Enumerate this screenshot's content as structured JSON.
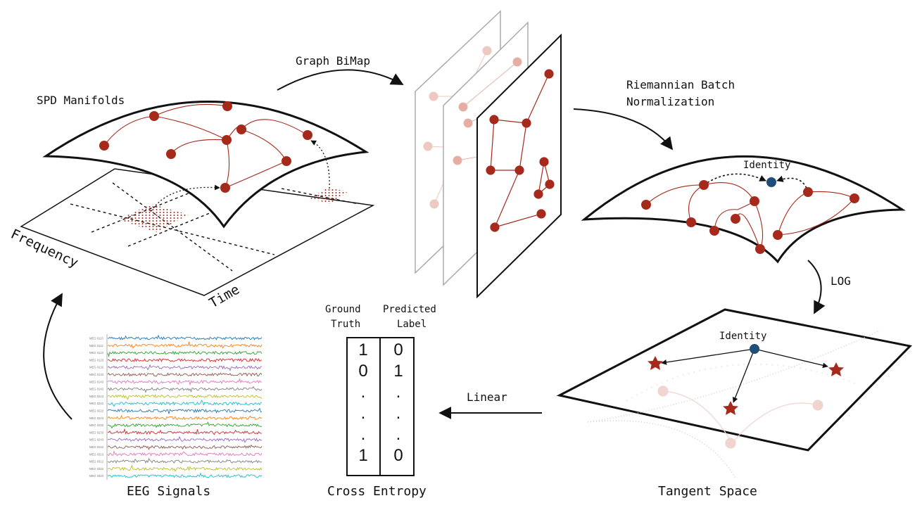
{
  "labels": {
    "graph_bimap": "Graph BiMap",
    "spd_manifolds": "SPD Manifolds",
    "rbn_line1": "Riemannian Batch",
    "rbn_line2": "Normalization",
    "identity_top": "Identity",
    "identity_tangent": "Identity",
    "log": "LOG",
    "linear": "Linear",
    "frequency": "Frequency",
    "time": "Time",
    "eeg_signals": "EEG Signals",
    "cross_entropy": "Cross Entropy",
    "tangent_space": "Tangent Space",
    "ground_truth_line1": "Ground",
    "ground_truth_line2": "Truth",
    "predicted_label_line1": "Predicted",
    "predicted_label_line2": "Label"
  },
  "table": {
    "ground_truth": [
      "1",
      "0",
      ".",
      ".",
      ".",
      "1"
    ],
    "predicted": [
      "0",
      "1",
      ".",
      ".",
      ".",
      "0"
    ]
  },
  "eeg": {
    "channels": [
      "MEG 0113",
      "MEG 0112",
      "MEG 0122",
      "MEG 0123",
      "MEG 0132",
      "MEG 0133",
      "MEG 0143",
      "MEG 0142",
      "MEG 0213",
      "MEG 0212",
      "MEG 0222",
      "MEG 0223",
      "MEG 0232",
      "MEG 0233",
      "MEG 0243",
      "MEG 0242",
      "MEG 0313",
      "MEG 0312",
      "MEG 0322",
      "MEG 0323"
    ],
    "colors": [
      "#1f77b4",
      "#ff7f0e",
      "#2ca02c",
      "#d62728",
      "#9467bd",
      "#8c564b",
      "#e377c2",
      "#7f7f7f",
      "#bcbd22",
      "#17becf"
    ]
  },
  "colors": {
    "node": "#a52a1c",
    "identity": "#1f4e79",
    "faded_node": "#e0a89d"
  }
}
